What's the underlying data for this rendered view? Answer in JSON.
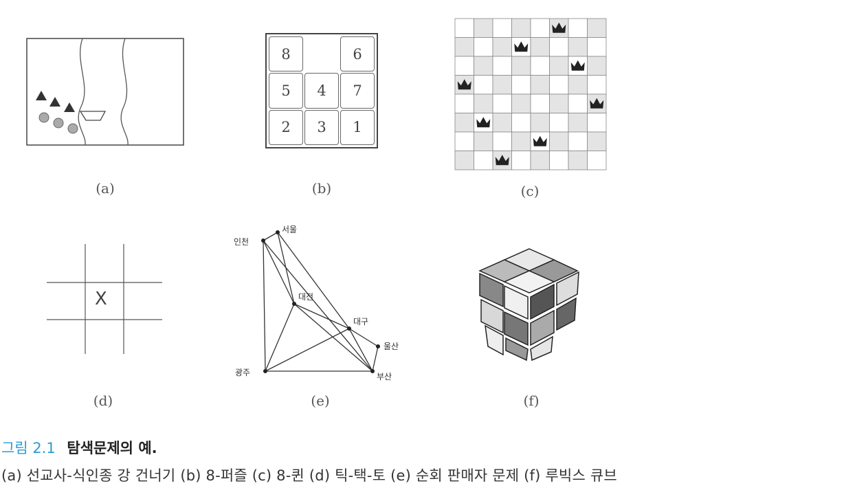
{
  "subfigures": {
    "a": {
      "label": "(a)"
    },
    "b": {
      "label": "(b)",
      "tiles": [
        "8",
        "",
        "6",
        "5",
        "4",
        "7",
        "2",
        "3",
        "1"
      ]
    },
    "c": {
      "label": "(c)"
    },
    "d": {
      "label": "(d)",
      "mark": "X"
    },
    "e": {
      "label": "(e)",
      "cities": {
        "incheon": "인천",
        "seoul": "서울",
        "daejeon": "대전",
        "daegu": "대구",
        "ulsan": "울산",
        "busan": "부산",
        "gwangju": "광주"
      }
    },
    "f": {
      "label": "(f)"
    }
  },
  "caption": {
    "number": "그림 2.1",
    "title": "탐색문제의 예.",
    "description": "(a) 선교사-식인종 강 건너기 (b) 8-퍼즐 (c) 8-퀸 (d) 틱-택-토 (e) 순회 판매자 문제 (f) 루빅스 큐브"
  }
}
